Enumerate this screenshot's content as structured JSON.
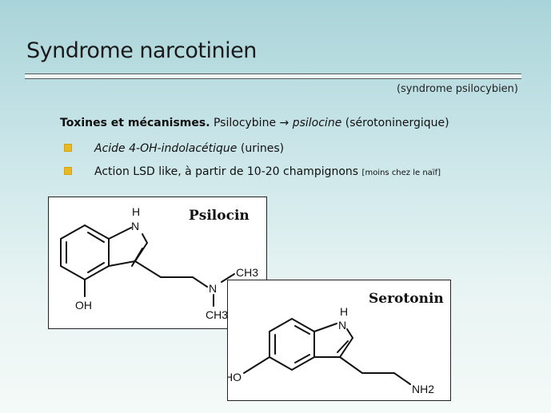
{
  "slide": {
    "title": "Syndrome narcotinien",
    "subtitle": "(syndrome psilocybien)",
    "main_line": {
      "bold": "Toxines et mécanismes.",
      "text1": " Psilocybine ",
      "arrow": "→",
      "italic": "psilocine",
      "text2": " (sérotoninergique)"
    },
    "bullets": [
      {
        "italic": "Acide 4-OH-indolacétique",
        "text": " (urines)"
      },
      {
        "text": "Action LSD like, à partir de 10-20 champignons ",
        "small": "[moins chez le naïf]"
      }
    ],
    "bullet_color": "#e8b923"
  },
  "figures": {
    "psilocin": {
      "name": "Psilocin",
      "atoms": {
        "nh_h": "H",
        "nh_n": "N",
        "n": "N",
        "ch3_top": "CH3",
        "ch3_bottom": "CH3",
        "oh": "OH"
      }
    },
    "serotonin": {
      "name": "Serotonin",
      "atoms": {
        "nh_h": "H",
        "nh_n": "N",
        "ho": "HO",
        "nh2": "NH2"
      }
    }
  }
}
